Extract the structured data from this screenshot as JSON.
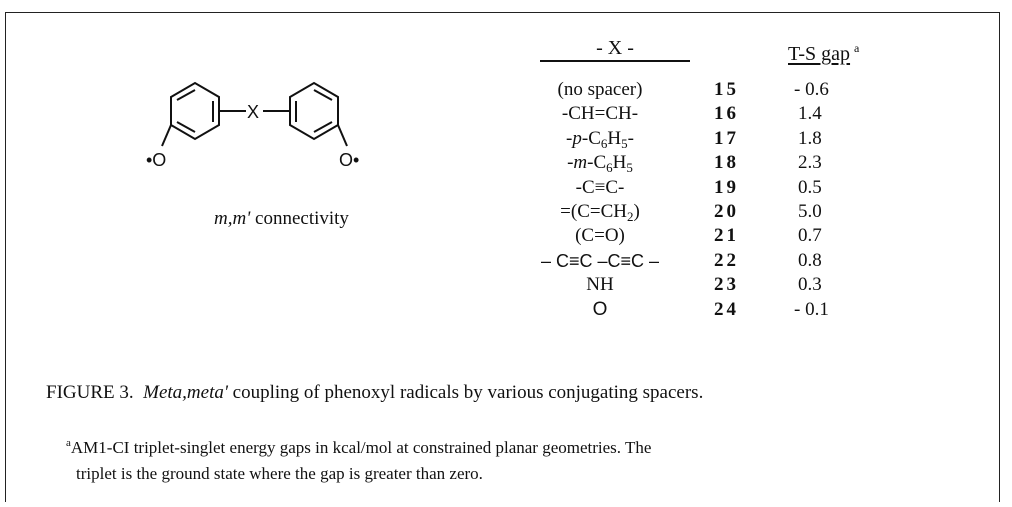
{
  "structure": {
    "x_label": "X",
    "oxygen_left": "•O",
    "oxygen_right": "O•",
    "caption_italic": "m,m'",
    "caption_rest": " connectivity"
  },
  "table": {
    "spacer_header": "- X -",
    "gap_header": "T-S gap",
    "gap_header_note": "a",
    "rows": [
      {
        "spacer": "(no spacer)",
        "compound": "15",
        "gap": "- 0.6"
      },
      {
        "spacer": "-CH=CH-",
        "compound": "16",
        "gap": "1.4"
      },
      {
        "spacer_prefix": "-",
        "spacer_italic": "p",
        "spacer_main": "-C",
        "spacer_sub1": "6",
        "spacer_mid": "H",
        "spacer_sub2": "5",
        "spacer_suffix": "-",
        "compound": "17",
        "gap": "1.8"
      },
      {
        "spacer_prefix": "-",
        "spacer_italic": "m",
        "spacer_main": "-C",
        "spacer_sub1": "6",
        "spacer_mid": "H",
        "spacer_sub2": "5",
        "spacer_suffix": "",
        "compound": "18",
        "gap": "2.3"
      },
      {
        "spacer": "-C≡C-",
        "compound": "19",
        "gap": "0.5"
      },
      {
        "spacer_main": "=(C=CH",
        "spacer_sub1": "2",
        "spacer_suffix": ")",
        "compound": "20",
        "gap": "5.0"
      },
      {
        "spacer": "(C=O)",
        "compound": "21",
        "gap": "0.7"
      },
      {
        "spacer": "– C≡C –C≡C –",
        "compound": "22",
        "gap": "0.8"
      },
      {
        "spacer": "NH",
        "compound": "23",
        "gap": "0.3"
      },
      {
        "spacer": "O",
        "compound": "24",
        "gap": "- 0.1"
      }
    ]
  },
  "figure": {
    "label": "FIGURE 3.",
    "title_italic": "Meta,meta'",
    "title_rest": " coupling of phenoxyl radicals by various conjugating spacers."
  },
  "footnote": {
    "marker": "a",
    "line1": "AM1-CI triplet-singlet energy gaps in kcal/mol at constrained planar geometries.  The",
    "line2": "triplet is the ground state where the gap is greater than zero."
  }
}
